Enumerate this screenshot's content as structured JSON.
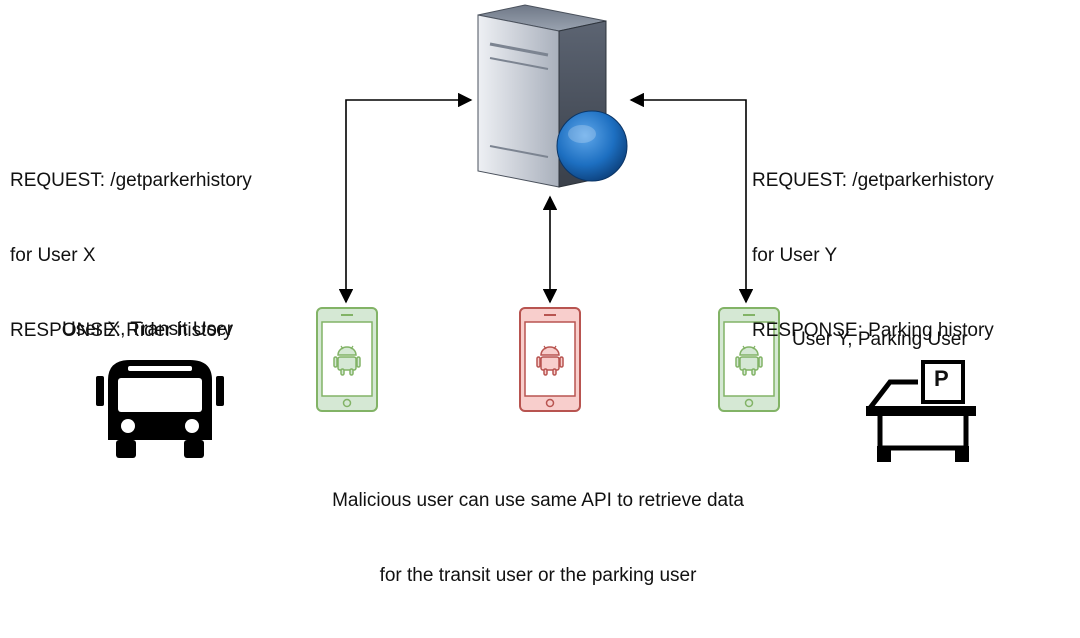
{
  "left_annotation": {
    "line1": "REQUEST: /getparkerhistory",
    "line2": "for User X",
    "line3": "RESPONSE: Rider history"
  },
  "right_annotation": {
    "line1": "REQUEST: /getparkerhistory",
    "line2": "for User Y",
    "line3": "RESPONSE: Parking history"
  },
  "user_x_label": "User X, Transit User",
  "user_y_label": "User Y, Parking User",
  "malicious_caption": {
    "line1": "Malicious user can use same API to retrieve data",
    "line2": "for the transit user or the parking user"
  },
  "parking_sign_letter": "P",
  "icons": {
    "server": "server-icon",
    "globe": "globe-icon",
    "phone_legit": "android-phone-icon",
    "phone_malicious": "android-phone-icon",
    "bus": "bus-icon",
    "parking": "parking-car-icon"
  },
  "colors": {
    "phone_legit_stroke": "#82b366",
    "phone_legit_fill": "#d5e8d4",
    "phone_malicious_stroke": "#b85450",
    "phone_malicious_fill": "#f8cecc",
    "globe": "#1e73be",
    "arrow": "#000000"
  }
}
